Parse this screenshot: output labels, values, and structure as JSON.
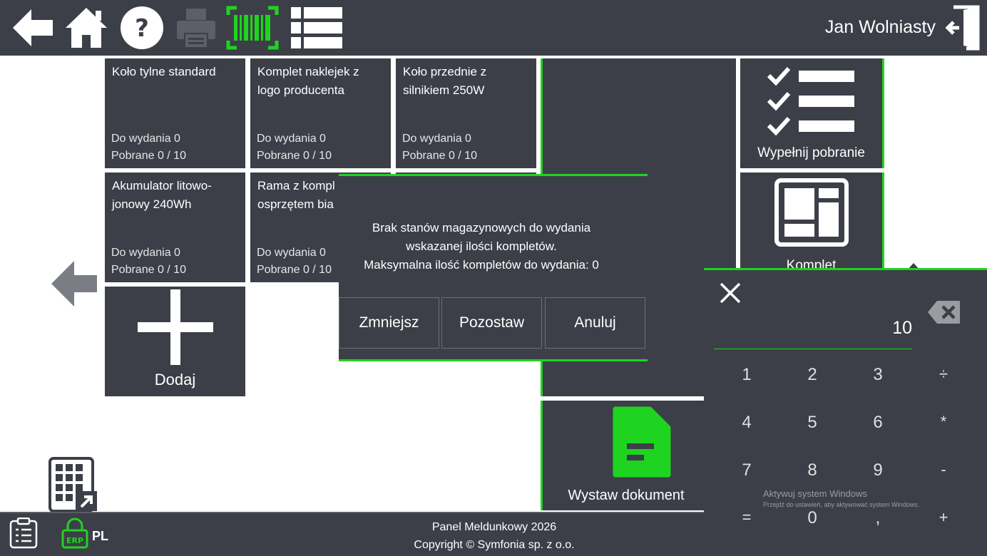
{
  "header": {
    "user_name": "Jan Wolniasty",
    "icons": [
      "back-arrow-icon",
      "home-icon",
      "help-icon",
      "printer-icon",
      "barcode-scan-icon",
      "list-view-icon",
      "logout-icon"
    ]
  },
  "tiles": [
    {
      "title": "Koło tylne standard",
      "line1": "Do wydania 0",
      "line2": "Pobrane 0 / 10"
    },
    {
      "title": "Komplet naklejek z logo producenta",
      "line1": "Do wydania 0",
      "line2": "Pobrane 0 / 10"
    },
    {
      "title": "Koło przednie z silnikiem 250W",
      "line1": "Do wydania 0",
      "line2": "Pobrane 0 / 10"
    },
    {
      "title": "Akumulator litowo-jonowy 240Wh",
      "line1": "Do wydania 0",
      "line2": "Pobrane 0 / 10"
    },
    {
      "title": "Rama z kompl osprzętem bia",
      "line1": "Do wydania 0",
      "line2": "Pobrane 0 / 10"
    }
  ],
  "add_tile": {
    "label": "Dodaj"
  },
  "side_actions": {
    "fill": "Wypełnij pobranie",
    "set": "Komplet",
    "issue": "Wystaw dokument"
  },
  "dialog": {
    "line1": "Brak stanów magazynowych do wydania",
    "line2": "wskazanej ilości kompletów.",
    "line3": "Maksymalna ilość kompletów do wydania: 0",
    "buttons": {
      "decrease": "Zmniejsz",
      "keep": "Pozostaw",
      "cancel": "Anuluj"
    }
  },
  "numpad": {
    "value": "10",
    "keys": [
      "1",
      "2",
      "3",
      "÷",
      "4",
      "5",
      "6",
      "*",
      "7",
      "8",
      "9",
      "-",
      "=",
      "0",
      ",",
      "+"
    ]
  },
  "watermark": {
    "line1": "Aktywuj system Windows",
    "line2": "Przejdź do ustawień, aby aktywować system Windows."
  },
  "footer": {
    "line1": "Panel Meldunkowy 2026",
    "line2": "Copyright © Symfonia sp. z o.o.",
    "language": "PL",
    "erp_badge": "ERP"
  },
  "colors": {
    "accent": "#1fd420",
    "panel": "#3c3f48",
    "background": "#ffffff"
  }
}
